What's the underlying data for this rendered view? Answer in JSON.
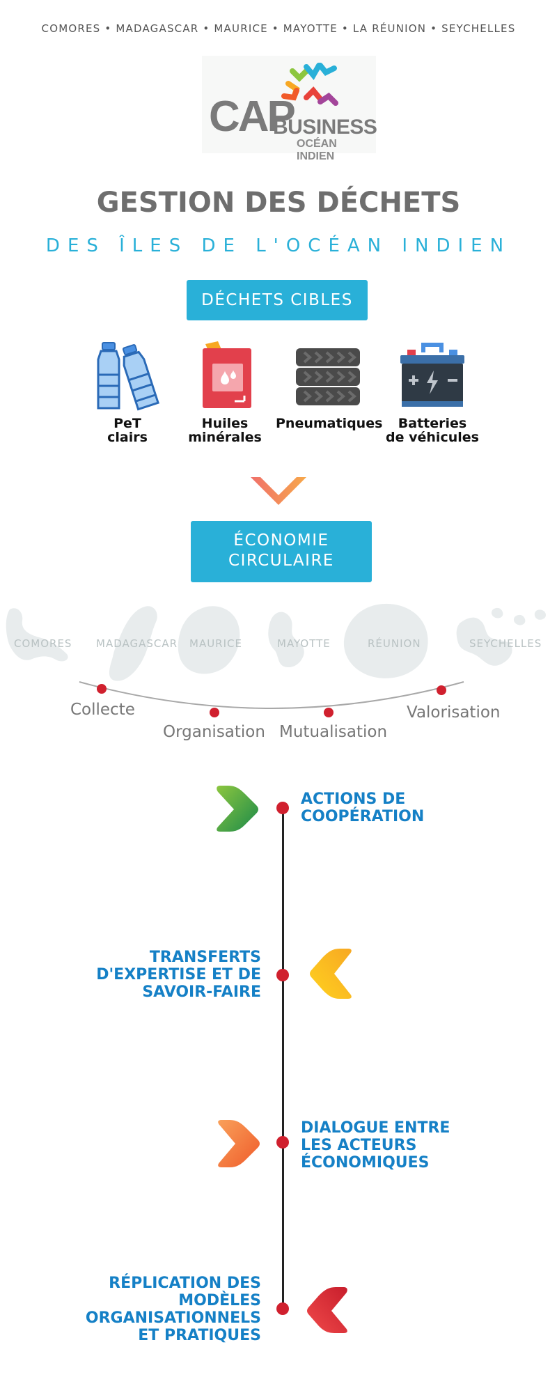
{
  "header": {
    "islands": "COMORES • MADAGASCAR • MAURICE • MAYOTTE • LA RÉUNION • SEYCHELLES"
  },
  "logo": {
    "cap": "CAP",
    "business": "BUSINESS",
    "ocean": "OCÉAN INDIEN"
  },
  "title": "GESTION DES DÉCHETS",
  "subtitle": "DES ÎLES DE L'OCÉAN INDIEN",
  "targets_label": "DÉCHETS CIBLES",
  "waste_items": [
    {
      "line1": "PeT",
      "line2": "clairs",
      "icon": "plastic-bottles-icon"
    },
    {
      "line1": "Huiles",
      "line2": "minérales",
      "icon": "oil-can-icon"
    },
    {
      "line1": "Pneumatiques",
      "line2": "",
      "icon": "tires-icon"
    },
    {
      "line1": "Batteries",
      "line2": "de véhicules",
      "icon": "car-battery-icon"
    }
  ],
  "circular": {
    "line1": "ÉCONOMIE",
    "line2": "CIRCULAIRE"
  },
  "map_labels": [
    "COMORES",
    "MADAGASCAR",
    "MAURICE",
    "MAYOTTE",
    "RÉUNION",
    "SEYCHELLES"
  ],
  "stages": [
    "Collecte",
    "Organisation",
    "Mutualisation",
    "Valorisation"
  ],
  "timeline": [
    {
      "lines": [
        "ACTIONS DE",
        "COOPÉRATION"
      ],
      "side": "right",
      "chevron_color": "green"
    },
    {
      "lines": [
        "TRANSFERTS",
        "D'EXPERTISE ET DE",
        "SAVOIR-FAIRE"
      ],
      "side": "left",
      "chevron_color": "yellow"
    },
    {
      "lines": [
        "DIALOGUE ENTRE",
        "LES ACTEURS",
        "ÉCONOMIQUES"
      ],
      "side": "right",
      "chevron_color": "orange"
    },
    {
      "lines": [
        "RÉPLICATION DES",
        "MODÈLES",
        "ORGANISATIONNELS",
        "ET PRATIQUES"
      ],
      "side": "left",
      "chevron_color": "red"
    }
  ],
  "colors": {
    "accent_blue": "#29b0d8",
    "timeline_text": "#1580c6",
    "dot_red": "#d0202e",
    "title_gray": "#6e6e6e"
  }
}
